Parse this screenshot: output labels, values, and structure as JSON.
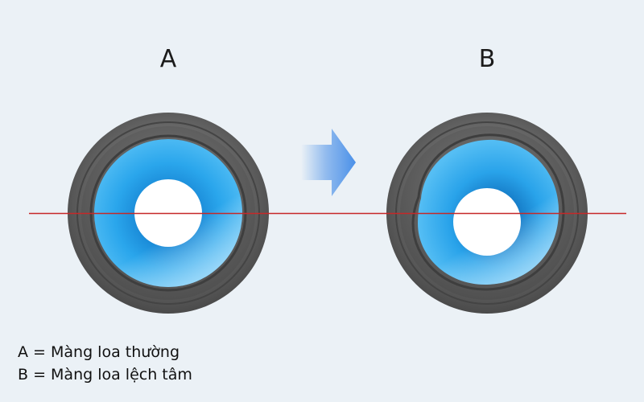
{
  "labels": {
    "a": "A",
    "b": "B"
  },
  "legend": [
    {
      "text": "A = Màng loa thường"
    },
    {
      "text": "B = Màng loa lệch tâm"
    }
  ],
  "colors": {
    "background": "#ebf1f6",
    "surround": "#606060",
    "cone": "#2aa6ec",
    "dust_cap": "#ffffff",
    "reference_line": "#c62828",
    "arrow": "#4a90e8"
  },
  "icons": {
    "arrow": "arrow-right-icon"
  }
}
